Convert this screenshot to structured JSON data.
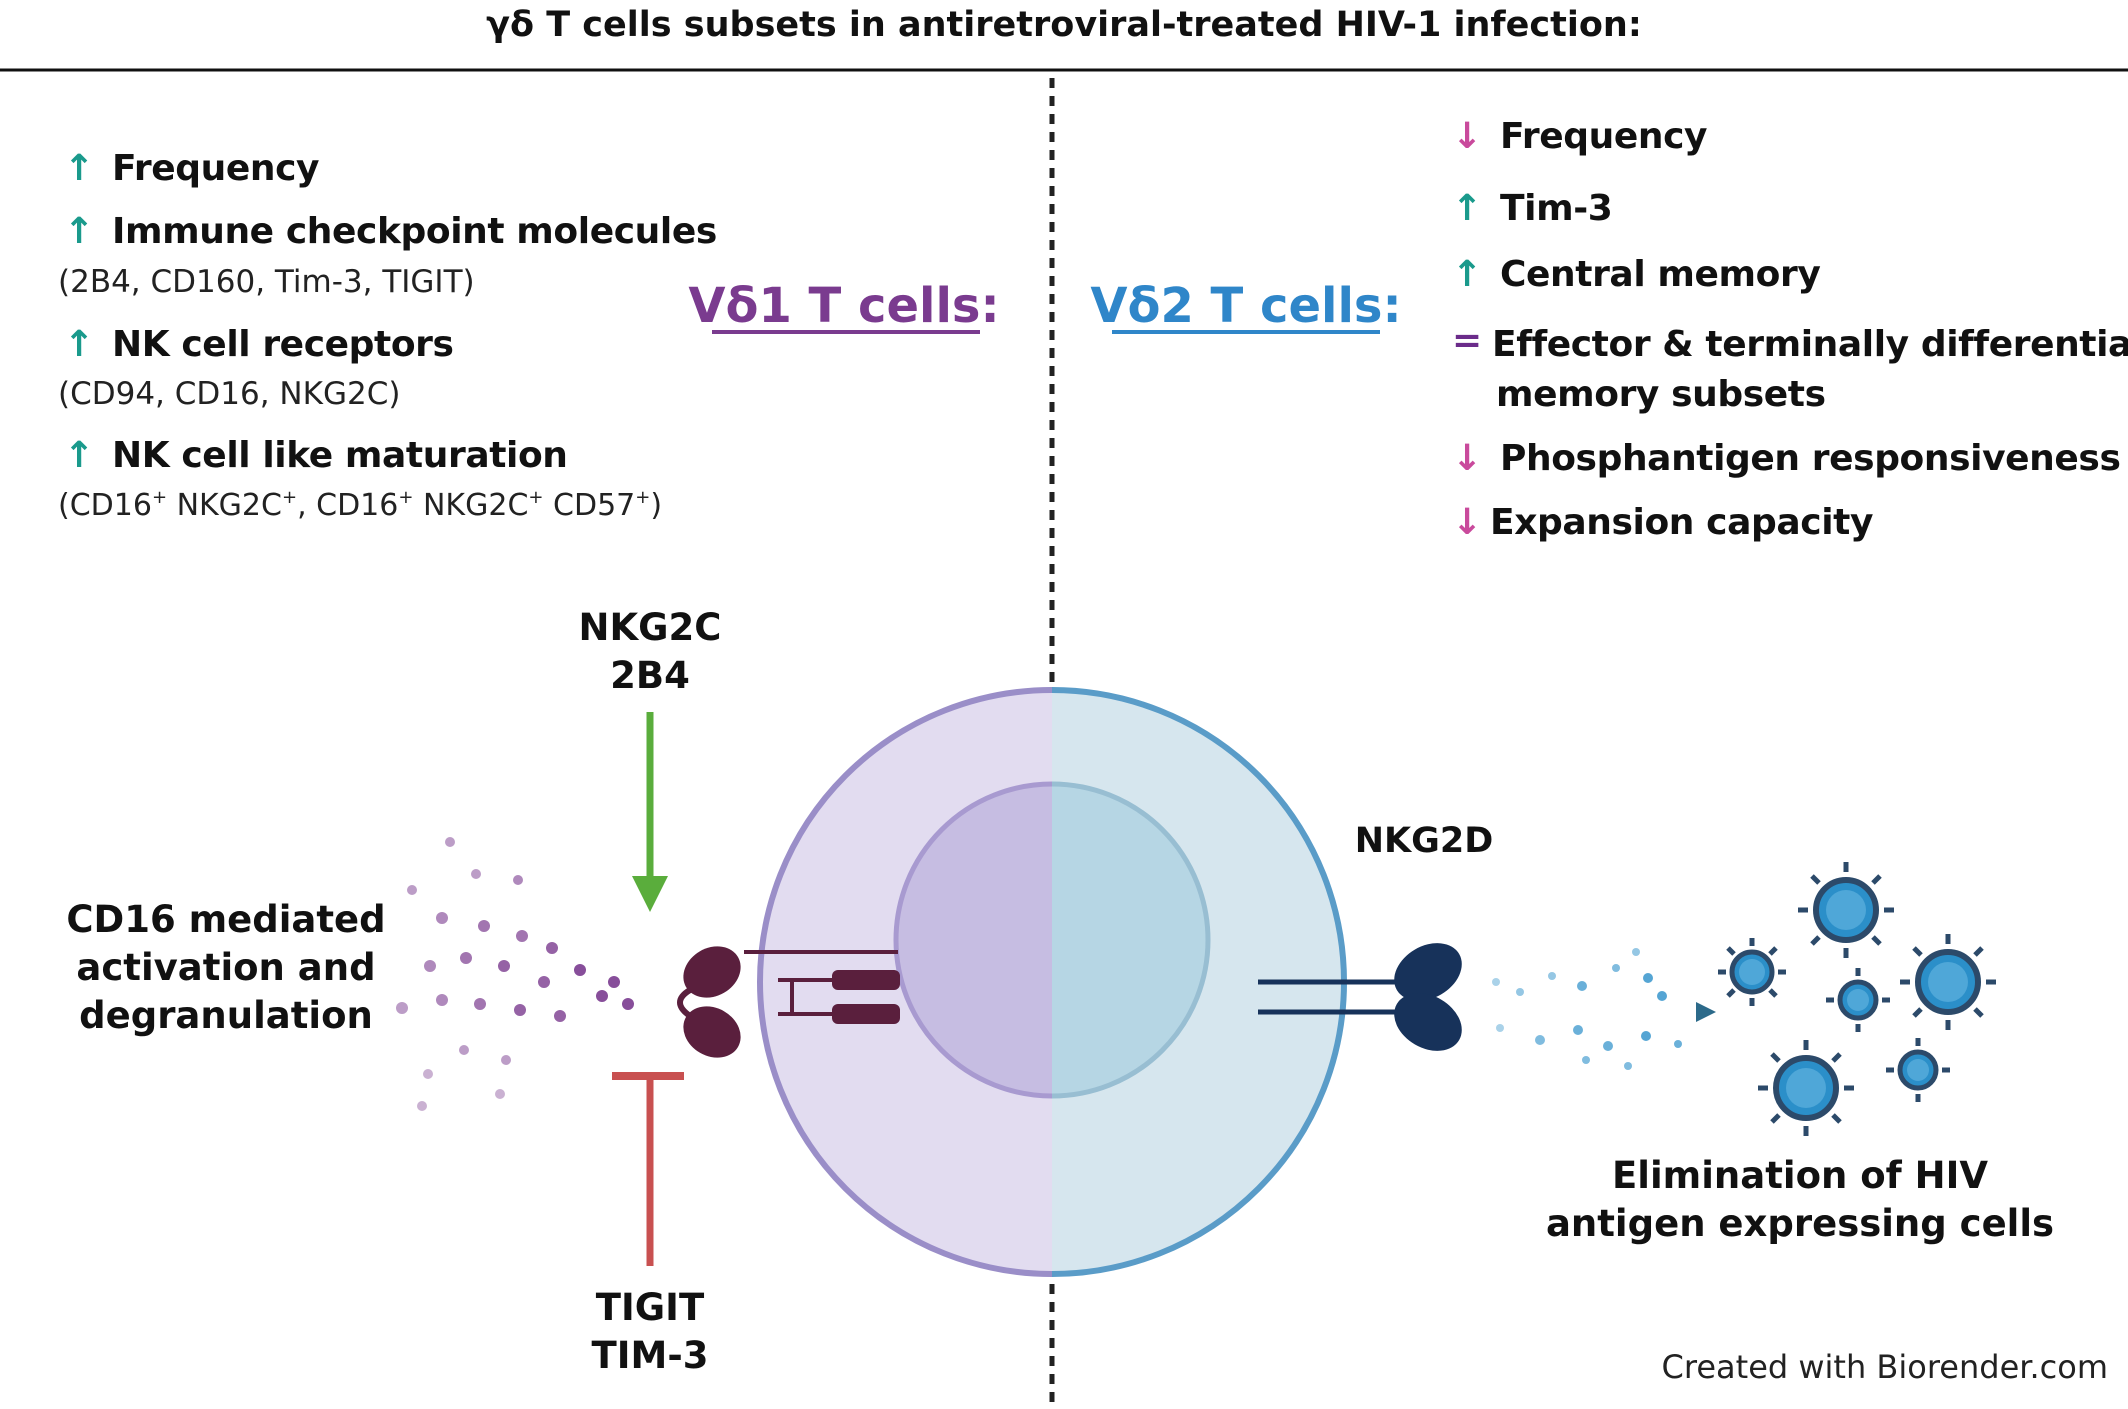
{
  "header": {
    "title": "γδ T cells subsets in antiretroviral-treated HIV-1 infection:"
  },
  "vd1": {
    "title": "Vδ1 T cells:",
    "color": "#7a3b8f",
    "items": [
      {
        "arrow": "↑",
        "label": "Frequency"
      },
      {
        "arrow": "↑",
        "label": "Immune checkpoint molecules",
        "sub": "(2B4, CD160, Tim-3, TIGIT)"
      },
      {
        "arrow": "↑",
        "label": "NK cell receptors",
        "sub": "(CD94, CD16, NKG2C)"
      },
      {
        "arrow": "↑",
        "label": "NK cell like maturation"
      }
    ],
    "maturation_sub": {
      "open": "(CD16",
      "sup1": "+",
      "nkg1": " NKG2C",
      "sup2": "+",
      "comma": ", CD16",
      "sup3": "+",
      "nkg2": " NKG2C",
      "sup4": "+",
      "cd57": " CD57",
      "sup5": "+",
      "close": ")"
    }
  },
  "vd2": {
    "title": "Vδ2 T cells:",
    "color": "#2f86c9",
    "items": [
      {
        "arrow": "↓",
        "label": "Frequency"
      },
      {
        "arrow": "↑",
        "label": "Tim-3"
      },
      {
        "arrow": "↑",
        "label": "Central memory"
      },
      {
        "arrow": "=",
        "label": "Effector & terminally differentiated",
        "label2": "memory subsets"
      },
      {
        "arrow": "↓",
        "label": "Phosphantigen responsiveness"
      },
      {
        "arrow": "↓",
        "label": "Expansion capacity"
      }
    ]
  },
  "receptors": {
    "activating_line1": "NKG2C",
    "activating_line2": "2B4",
    "inhibitory_line1": "TIGIT",
    "inhibitory_line2": "TIM-3",
    "nkg2d": "NKG2D"
  },
  "outcomes": {
    "cd16": [
      "CD16 mediated",
      "activation and",
      "degranulation"
    ],
    "elimination": [
      "Elimination of HIV",
      "antigen expressing cells"
    ]
  },
  "credit": "Created with Biorender.com",
  "colors": {
    "up_arrow": "#1a9a8c",
    "down_arrow": "#c94a9c",
    "equal_sign": "#6b2c8a",
    "activation_arrow": "#5aad3c",
    "inhibition_bar": "#c85050",
    "receptor_purple": "#5a1f3d",
    "receptor_navy": "#17325a",
    "cell_purple_outer": "#e2dcf0",
    "cell_purple_nucleus": "#c6bde2",
    "cell_purple_stroke": "#9a8ec8",
    "cell_blue_outer": "#d6e6ee",
    "cell_blue_nucleus": "#b6d6e4",
    "cell_blue_stroke": "#5a9cc8",
    "virus": "#2b8fc9",
    "virus_dark": "#2c4a6a"
  }
}
